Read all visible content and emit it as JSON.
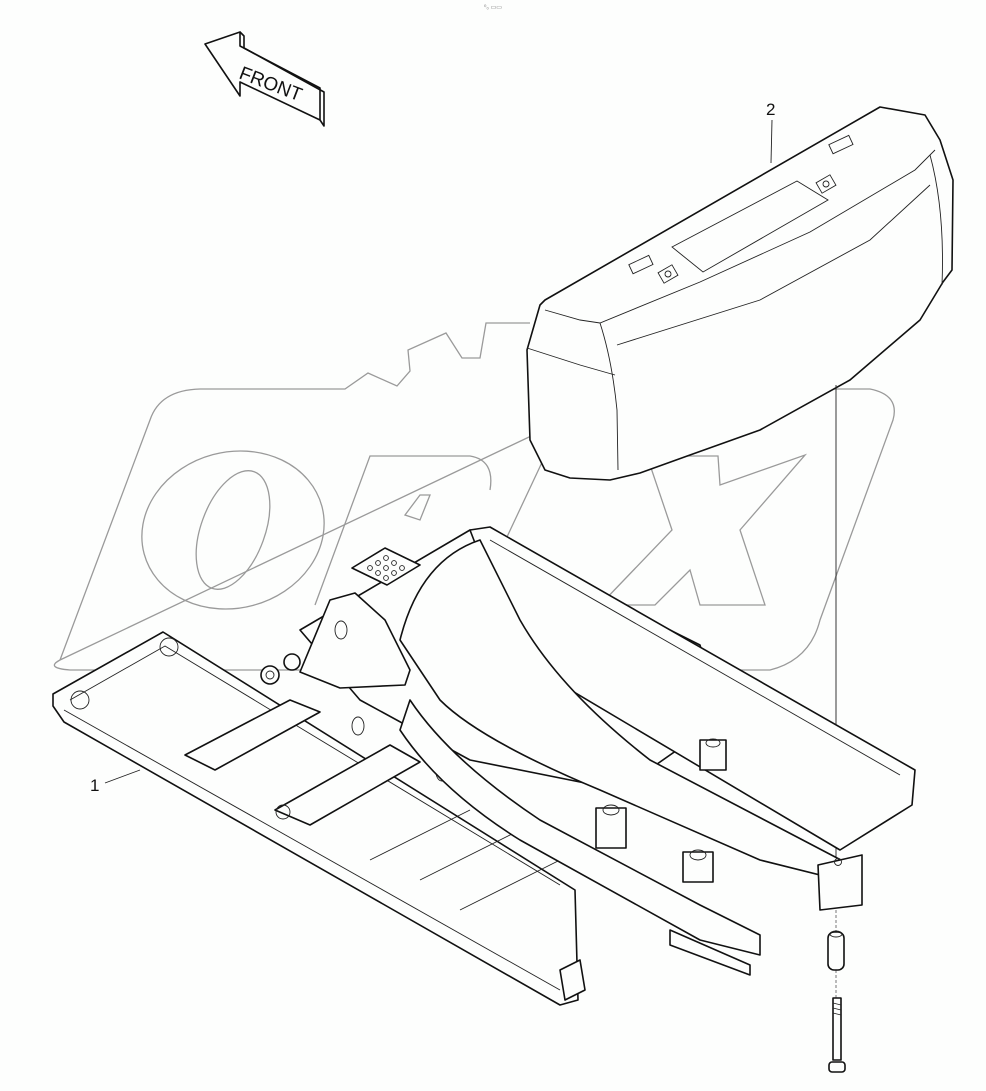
{
  "diagram": {
    "type": "exploded-parts-view",
    "header_mark": "⁰₀ ▭▭",
    "direction_arrow": {
      "label": "FRONT",
      "points": "left"
    },
    "watermark": {
      "text": "OPEX",
      "color": "#9a9a9a"
    },
    "callouts": [
      {
        "number": "1",
        "part": "frame"
      },
      {
        "number": "2",
        "part": "counterweight"
      }
    ],
    "hardware": [
      "spacer-sleeve",
      "bolt"
    ],
    "colors": {
      "line": "#111111",
      "watermark": "#9a9a9a",
      "background": "#fdfefd"
    }
  }
}
